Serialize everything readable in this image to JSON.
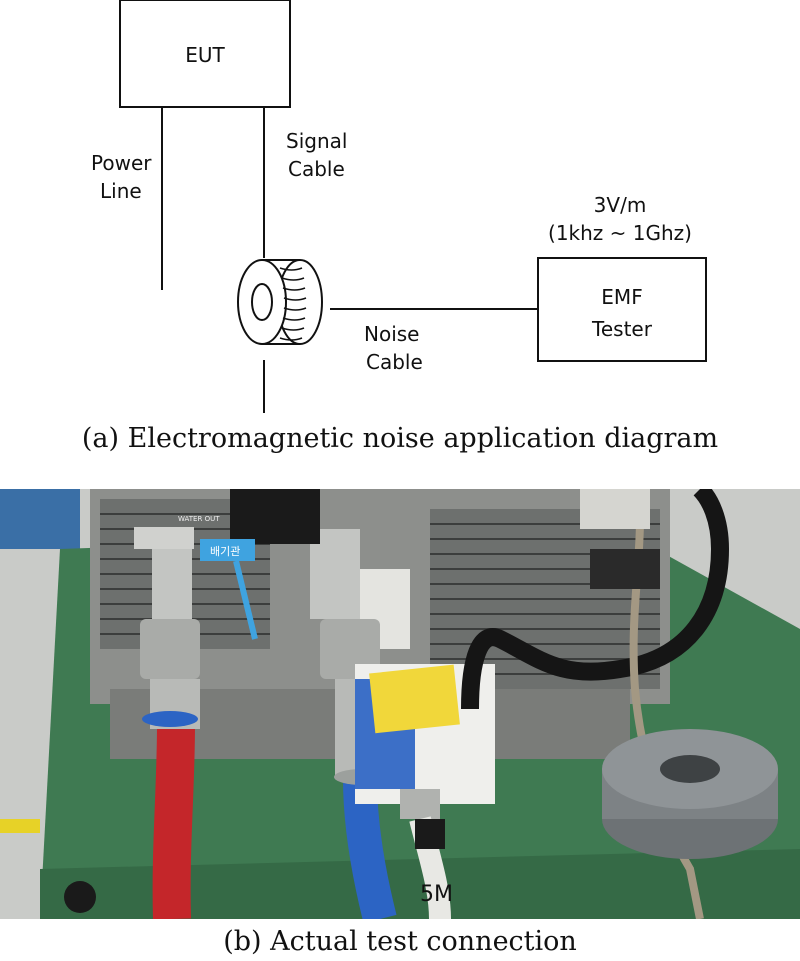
{
  "diagram": {
    "eut_label": "EUT",
    "power_line_label": [
      "Power",
      "Line"
    ],
    "signal_cable_label": [
      "Signal",
      "Cable"
    ],
    "field_strength_label": "3V/m",
    "frequency_range_label": "(1khz ~ 1Ghz)",
    "emf_tester_label": [
      "EMF",
      "Tester"
    ],
    "noise_cable_label": [
      "Noise",
      "Cable"
    ]
  },
  "captions": {
    "a": "(a)  Electromagnetic  noise  application  diagram",
    "b": "(b)  Actual  test  connection"
  },
  "photo": {
    "tag_text": "배기관",
    "cable_marker_text": "5M",
    "label_water_out": "WATER OUT",
    "colors": {
      "workbench_green": "#3f7a52",
      "red_hose": "#c4262a",
      "blue_hose": "#2c64c4",
      "yellow_label": "#f1d73a",
      "ferrite_core": "#7d8285",
      "metal_panel": "#8d8f8c"
    }
  }
}
